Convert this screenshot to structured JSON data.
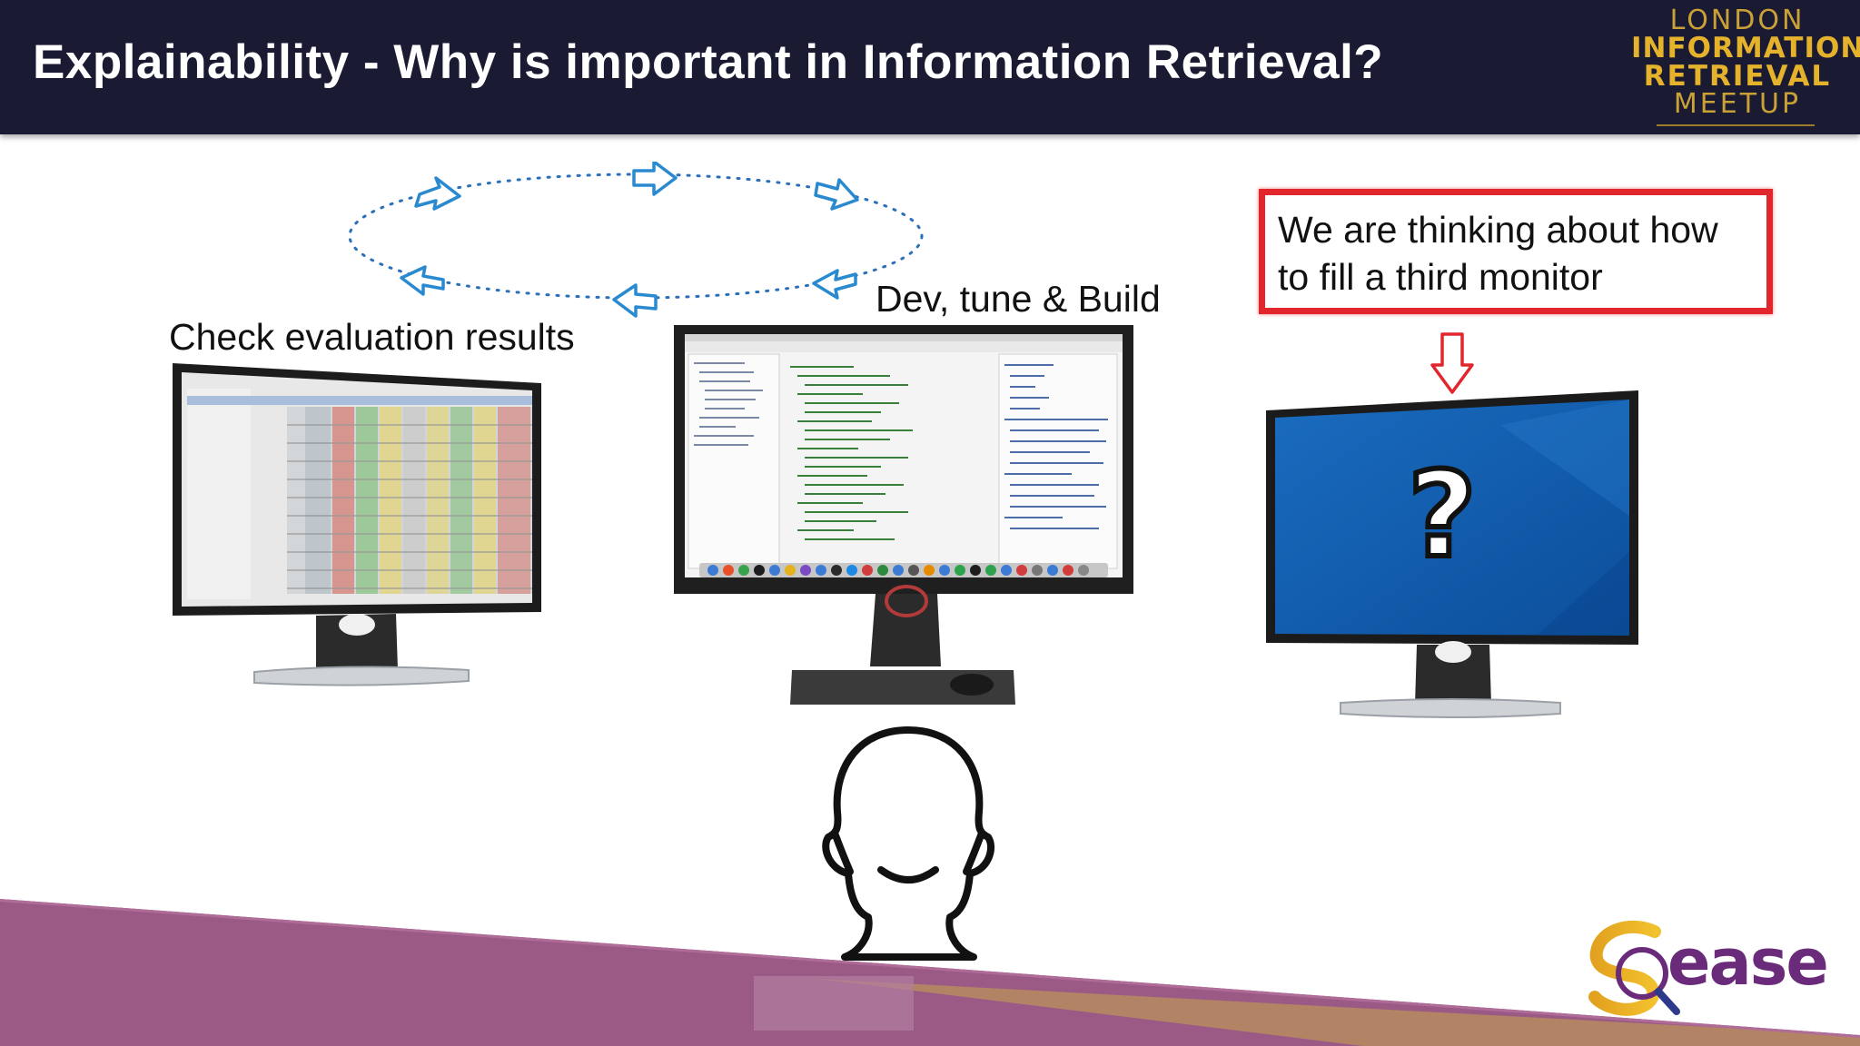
{
  "slide": {
    "title": "Explainability - Why is important in Information Retrieval?"
  },
  "meetup_logo": {
    "line1": "LONDON",
    "line2": "INFORMATION",
    "line3": "RETRIEVAL",
    "line4": "MEETUP"
  },
  "labels": {
    "left_monitor": "Check evaluation results",
    "center_monitor": "Dev, tune & Build"
  },
  "callout": {
    "line1": "We are thinking about how",
    "line2": "to fill a third monitor"
  },
  "right_monitor": {
    "screen_symbol": "?"
  },
  "brand_logo": {
    "text": "ease"
  },
  "colors": {
    "header_bg": "#1a1a33",
    "accent_gold": "#e5b22c",
    "callout_border": "#e1262e",
    "cycle_arrow": "#2a8ad0",
    "bottom_band": "#9b5a86",
    "brand_purple": "#6a2c7a"
  },
  "icons": {
    "cycle": "cycle-arrows-icon",
    "down_arrow": "down-arrow-icon",
    "person": "person-head-icon",
    "search_lens": "magnifier-icon"
  }
}
